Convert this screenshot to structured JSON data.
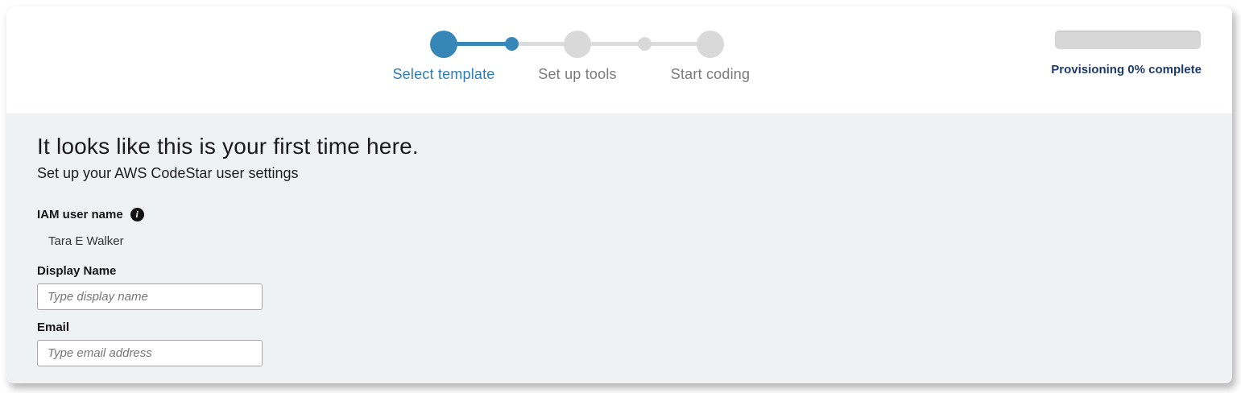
{
  "stepper": {
    "steps": [
      {
        "label": "Select template",
        "state": "current"
      },
      {
        "label": "Set up tools",
        "state": "upcoming"
      },
      {
        "label": "Start coding",
        "state": "upcoming"
      }
    ]
  },
  "provisioning": {
    "percent": 0,
    "status_text": "Provisioning 0% complete"
  },
  "content": {
    "title": "It looks like this is your first time here.",
    "subtitle": "Set up your AWS CodeStar user settings",
    "iam_user": {
      "label": "IAM user name",
      "info_icon_glyph": "i",
      "value": "Tara E Walker"
    },
    "display_name": {
      "label": "Display Name",
      "placeholder": "Type display name",
      "value": ""
    },
    "email": {
      "label": "Email",
      "placeholder": "Type email address",
      "value": ""
    }
  },
  "colors": {
    "accent_blue": "#3786b8",
    "step_label_blue": "#2e7cb5",
    "inactive_gray": "#d9d9d9",
    "step_label_gray": "#7b7b7b",
    "provisioning_navy": "#1e3a6a",
    "content_bg": "#eef2f3"
  }
}
